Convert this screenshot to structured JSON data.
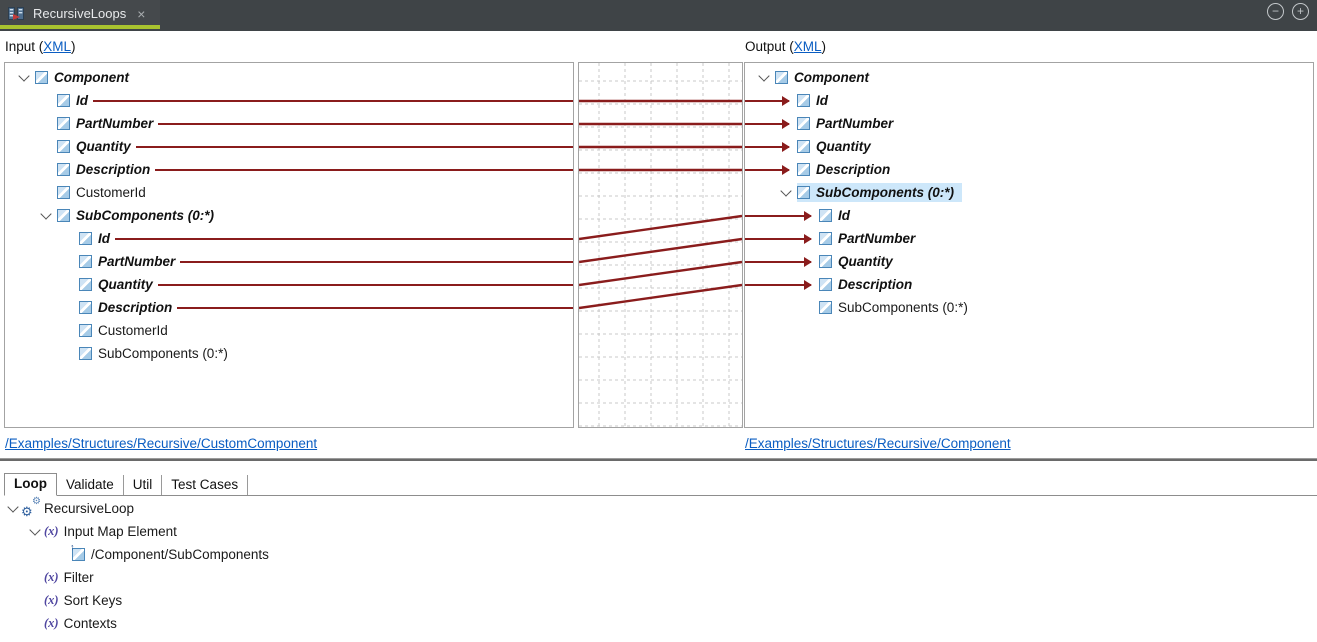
{
  "titlebar": {
    "tab_title": "RecursiveLoops",
    "close": "×",
    "minimize": "−",
    "maximize": "+"
  },
  "headers": {
    "input_prefix": "Input (",
    "output_prefix": "Output (",
    "xml_link": "XML",
    "paren_close": ")"
  },
  "input_tree": {
    "items": [
      {
        "label": "Component"
      },
      {
        "label": "Id"
      },
      {
        "label": "PartNumber"
      },
      {
        "label": "Quantity"
      },
      {
        "label": "Description"
      },
      {
        "label": "CustomerId"
      },
      {
        "label": "SubComponents (0:*)"
      },
      {
        "label": "Id"
      },
      {
        "label": "PartNumber"
      },
      {
        "label": "Quantity"
      },
      {
        "label": "Description"
      },
      {
        "label": "CustomerId"
      },
      {
        "label": "SubComponents (0:*)"
      }
    ]
  },
  "output_tree": {
    "items": [
      {
        "label": "Component"
      },
      {
        "label": "Id"
      },
      {
        "label": "PartNumber"
      },
      {
        "label": "Quantity"
      },
      {
        "label": "Description"
      },
      {
        "label": "SubComponents (0:*)"
      },
      {
        "label": "Id"
      },
      {
        "label": "PartNumber"
      },
      {
        "label": "Quantity"
      },
      {
        "label": "Description"
      },
      {
        "label": "SubComponents (0:*)"
      }
    ]
  },
  "paths": {
    "input": "/Examples/Structures/Recursive/CustomComponent",
    "output": "/Examples/Structures/Recursive/Component"
  },
  "bottom_panel": {
    "tabs": [
      {
        "label": "Loop"
      },
      {
        "label": "Validate"
      },
      {
        "label": "Util"
      },
      {
        "label": "Test Cases"
      }
    ],
    "tree": [
      {
        "label": "RecursiveLoop"
      },
      {
        "label": "Input Map Element"
      },
      {
        "label": "/Component/SubComponents"
      },
      {
        "label": "Filter"
      },
      {
        "label": "Sort Keys"
      },
      {
        "label": "Contexts"
      }
    ]
  },
  "colors": {
    "topbar": "#3f4447",
    "accent_green": "#a9c32f",
    "map_line": "#8a1c1c",
    "link_blue": "#0a5dc2",
    "highlight": "#cde7fa"
  }
}
